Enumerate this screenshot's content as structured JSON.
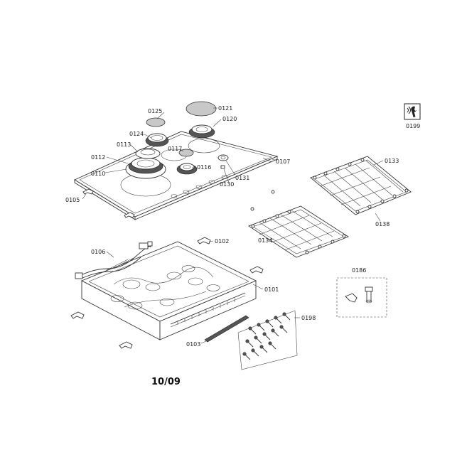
{
  "labels": {
    "p0125": "0125",
    "p0121": "0121",
    "p0120": "0120",
    "p0124": "0124",
    "p0113": "0113",
    "p0117": "0117",
    "p0112": "0112",
    "p0116": "0116",
    "p0110": "0110",
    "p0131": "0131",
    "p0130": "0130",
    "p0105": "0105",
    "p0107": "0107",
    "p0133": "0133",
    "p0138": "0138",
    "p0134": "0134",
    "p0106": "0106",
    "p0102": "0102",
    "p0101": "0101",
    "p0186": "0186",
    "p0198": "0198",
    "p0103": "0103",
    "p0199": "0199"
  },
  "date_code": "10/09",
  "icons": {
    "service": "wrench-signal-icon"
  }
}
